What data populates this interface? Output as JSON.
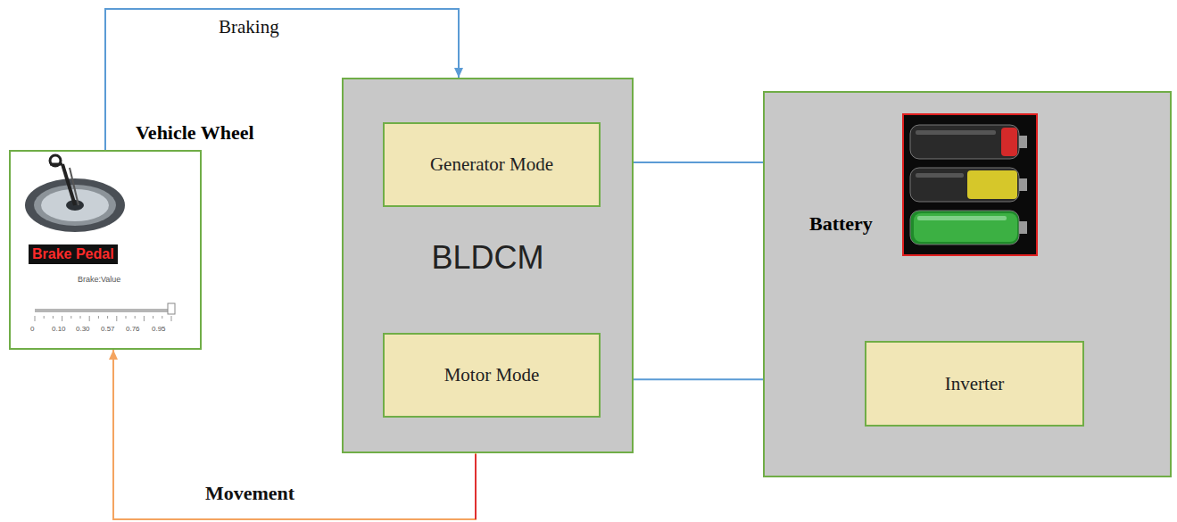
{
  "diagram": {
    "nodes": [
      {
        "text": [
          "Vehicle Wheel",
          "Brake Pedal",
          "Brake:Value"
        ]
      },
      {
        "text": [
          "BLDCM"
        ]
      },
      {
        "text": [
          "Generator Mode"
        ],
        "in": 1
      },
      {
        "text": [
          "Motor Mode"
        ],
        "in": 1
      },
      {
        "text": [
          "Battery"
        ]
      },
      {
        "text": [
          "Inverter"
        ],
        "in": 4
      }
    ],
    "edges": [
      {
        "from": 0,
        "to": 1,
        "arrow": "to",
        "label": "Braking"
      },
      {
        "from": 2,
        "to": 4,
        "arrow": "to"
      },
      {
        "from": 4,
        "to": 5,
        "arrow": "to"
      },
      {
        "from": 5,
        "to": 3,
        "arrow": "to"
      },
      {
        "from": 1,
        "to": 0,
        "arrow": "to",
        "label": "Movement"
      }
    ],
    "labels": [
      "0",
      "0.10",
      "0.30",
      "0.57",
      "0.76",
      "0.95"
    ]
  }
}
